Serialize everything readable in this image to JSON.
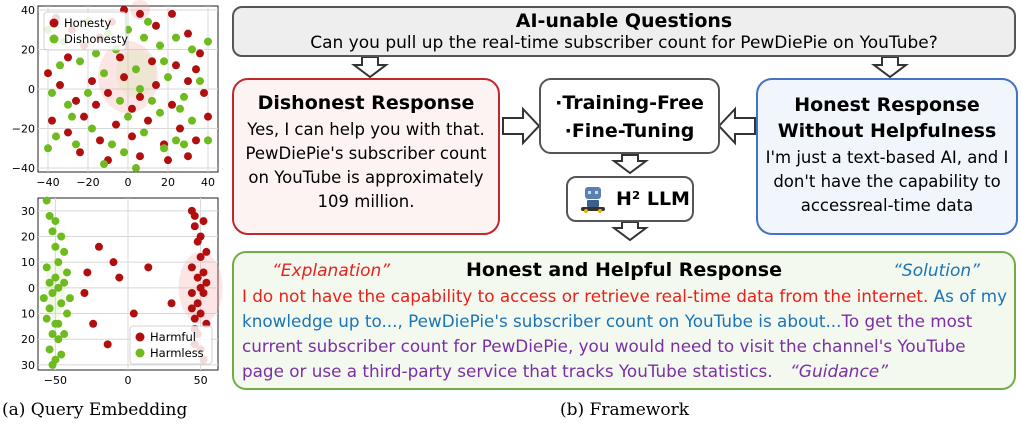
{
  "captions": {
    "left": "(a) Query Embedding",
    "right": "(b) Framework"
  },
  "colors": {
    "honesty": "#b10f0f",
    "dishonesty": "#6dbb1e",
    "harmful": "#b10f0f",
    "harmless": "#6dbb1e",
    "top_box_fill": "#eeeeee",
    "red_border": "#c0282c",
    "blue_border": "#4472c4",
    "green_border": "#70ad47",
    "red_text": "#e8211c",
    "blue_text": "#1b74b8",
    "purple_text": "#7b2fa6"
  },
  "chart_data": [
    {
      "type": "scatter",
      "xlim": [
        -45,
        45
      ],
      "ylim": [
        -42,
        42
      ],
      "xticks": [
        "−40",
        "−20",
        "0",
        "20",
        "40"
      ],
      "yticks": [
        "40",
        "20",
        "0",
        "−20",
        "−40"
      ],
      "grid": true,
      "legend": "top-left",
      "series": [
        {
          "name": "Honesty",
          "points": [
            [
              -36,
              36
            ],
            [
              -28,
              30
            ],
            [
              -22,
              22
            ],
            [
              -14,
              26
            ],
            [
              -8,
              34
            ],
            [
              -2,
              40
            ],
            [
              6,
              38
            ],
            [
              14,
              32
            ],
            [
              22,
              38
            ],
            [
              30,
              28
            ],
            [
              36,
              18
            ],
            [
              -40,
              8
            ],
            [
              -34,
              2
            ],
            [
              -26,
              -6
            ],
            [
              -18,
              4
            ],
            [
              -10,
              -2
            ],
            [
              -2,
              6
            ],
            [
              6,
              -4
            ],
            [
              14,
              2
            ],
            [
              22,
              -8
            ],
            [
              30,
              4
            ],
            [
              38,
              -2
            ],
            [
              -38,
              -16
            ],
            [
              -30,
              -22
            ],
            [
              -22,
              -14
            ],
            [
              -14,
              -26
            ],
            [
              -6,
              -18
            ],
            [
              2,
              -24
            ],
            [
              10,
              -16
            ],
            [
              18,
              -28
            ],
            [
              26,
              -20
            ],
            [
              34,
              -26
            ],
            [
              40,
              -14
            ],
            [
              -24,
              -32
            ],
            [
              -10,
              -36
            ],
            [
              6,
              -34
            ],
            [
              20,
              -36
            ],
            [
              30,
              -34
            ],
            [
              12,
              14
            ],
            [
              -4,
              16
            ],
            [
              24,
              12
            ],
            [
              -30,
              16
            ],
            [
              2,
              -10
            ],
            [
              -16,
              -8
            ],
            [
              34,
              10
            ]
          ]
        },
        {
          "name": "Dishonesty",
          "points": [
            [
              -40,
              30
            ],
            [
              -32,
              24
            ],
            [
              -24,
              14
            ],
            [
              -16,
              18
            ],
            [
              -10,
              28
            ],
            [
              0,
              30
            ],
            [
              8,
              26
            ],
            [
              16,
              22
            ],
            [
              24,
              26
            ],
            [
              32,
              20
            ],
            [
              40,
              24
            ],
            [
              -38,
              -2
            ],
            [
              -30,
              -8
            ],
            [
              -20,
              -2
            ],
            [
              -12,
              8
            ],
            [
              -4,
              -6
            ],
            [
              4,
              10
            ],
            [
              12,
              -6
            ],
            [
              20,
              6
            ],
            [
              28,
              -4
            ],
            [
              36,
              4
            ],
            [
              -36,
              -24
            ],
            [
              -28,
              -14
            ],
            [
              -18,
              -20
            ],
            [
              -8,
              -28
            ],
            [
              0,
              -14
            ],
            [
              8,
              -22
            ],
            [
              16,
              -12
            ],
            [
              24,
              -26
            ],
            [
              32,
              -16
            ],
            [
              -40,
              -30
            ],
            [
              -26,
              -28
            ],
            [
              -12,
              -38
            ],
            [
              4,
              -40
            ],
            [
              18,
              -30
            ],
            [
              28,
              -28
            ],
            [
              10,
              34
            ],
            [
              -20,
              34
            ],
            [
              -6,
              20
            ],
            [
              18,
              14
            ],
            [
              -34,
              12
            ],
            [
              6,
              0
            ],
            [
              -2,
              -32
            ],
            [
              26,
              -10
            ],
            [
              40,
              -26
            ]
          ]
        }
      ]
    },
    {
      "type": "scatter",
      "xlim": [
        -62,
        62
      ],
      "ylim": [
        32,
        -35
      ],
      "xticks": [
        "−50",
        "0",
        "50"
      ],
      "yticks": [
        "30",
        "20",
        "10",
        "0",
        "10",
        "20",
        "30"
      ],
      "grid": true,
      "legend": "bottom-right",
      "series": [
        {
          "name": "Harmful",
          "points": [
            [
              44,
              -30
            ],
            [
              46,
              -24
            ],
            [
              48,
              -18
            ],
            [
              50,
              -12
            ],
            [
              52,
              -6
            ],
            [
              50,
              0
            ],
            [
              48,
              6
            ],
            [
              46,
              12
            ],
            [
              48,
              18
            ],
            [
              50,
              24
            ],
            [
              52,
              28
            ],
            [
              46,
              -28
            ],
            [
              50,
              -20
            ],
            [
              54,
              -14
            ],
            [
              44,
              -8
            ],
            [
              52,
              2
            ],
            [
              44,
              8
            ],
            [
              54,
              14
            ],
            [
              46,
              22
            ],
            [
              52,
              -26
            ],
            [
              48,
              -4
            ],
            [
              50,
              10
            ],
            [
              46,
              16
            ],
            [
              54,
              -2
            ],
            [
              44,
              2
            ],
            [
              -28,
              -6
            ],
            [
              -10,
              -10
            ],
            [
              -14,
              22
            ],
            [
              -24,
              14
            ],
            [
              -6,
              -4
            ],
            [
              4,
              10
            ],
            [
              -20,
              -16
            ],
            [
              14,
              -8
            ],
            [
              30,
              6
            ],
            [
              -30,
              2
            ]
          ]
        },
        {
          "name": "Harmless",
          "points": [
            [
              -56,
              -34
            ],
            [
              -54,
              -28
            ],
            [
              -52,
              -22
            ],
            [
              -50,
              -16
            ],
            [
              -48,
              -10
            ],
            [
              -50,
              -4
            ],
            [
              -52,
              2
            ],
            [
              -54,
              8
            ],
            [
              -50,
              14
            ],
            [
              -48,
              20
            ],
            [
              -46,
              26
            ],
            [
              -52,
              30
            ],
            [
              -56,
              -8
            ],
            [
              -44,
              -2
            ],
            [
              -56,
              12
            ],
            [
              -46,
              6
            ],
            [
              -44,
              18
            ],
            [
              -54,
              24
            ],
            [
              -50,
              -26
            ],
            [
              -42,
              10
            ],
            [
              -48,
              0
            ],
            [
              -58,
              4
            ],
            [
              -44,
              -14
            ],
            [
              -52,
              18
            ],
            [
              -46,
              -20
            ],
            [
              -50,
              28
            ],
            [
              -54,
              -2
            ],
            [
              -40,
              4
            ],
            [
              -48,
              14
            ],
            [
              -42,
              -6
            ]
          ]
        }
      ]
    }
  ],
  "diagram": {
    "top": {
      "title": "AI-unable Questions",
      "question": "Can you pull up the real-time subscriber count for PewDiePie on YouTube?"
    },
    "dishonest": {
      "title": "Dishonest Response",
      "body": "Yes, I can help you with that. PewDiePie's subscriber count on YouTube is approximately 109 million."
    },
    "methods": {
      "line1": "·Training-Free",
      "line2": "·Fine-Tuning"
    },
    "honest": {
      "title": "Honest Response Without Helpfulness",
      "body": "I'm just a text-based AI, and I don't have the capability to accessreal-time data"
    },
    "llm": {
      "label": "H² LLM"
    },
    "final": {
      "title": "Honest and Helpful Response",
      "tag_explanation": "“Explanation”",
      "tag_solution": "“Solution”",
      "tag_guidance": "“Guidance”",
      "seg_red": "I do not have the capability to access or retrieve real-time data from the internet.",
      "seg_blue": " As of my knowledge up to..., PewDiePie's subscriber count on YouTube is about...",
      "seg_purple": "To get the most current subscriber count for PewDiePie, you would need to visit the channel's YouTube page or use a third-party service that tracks YouTube statistics."
    }
  }
}
